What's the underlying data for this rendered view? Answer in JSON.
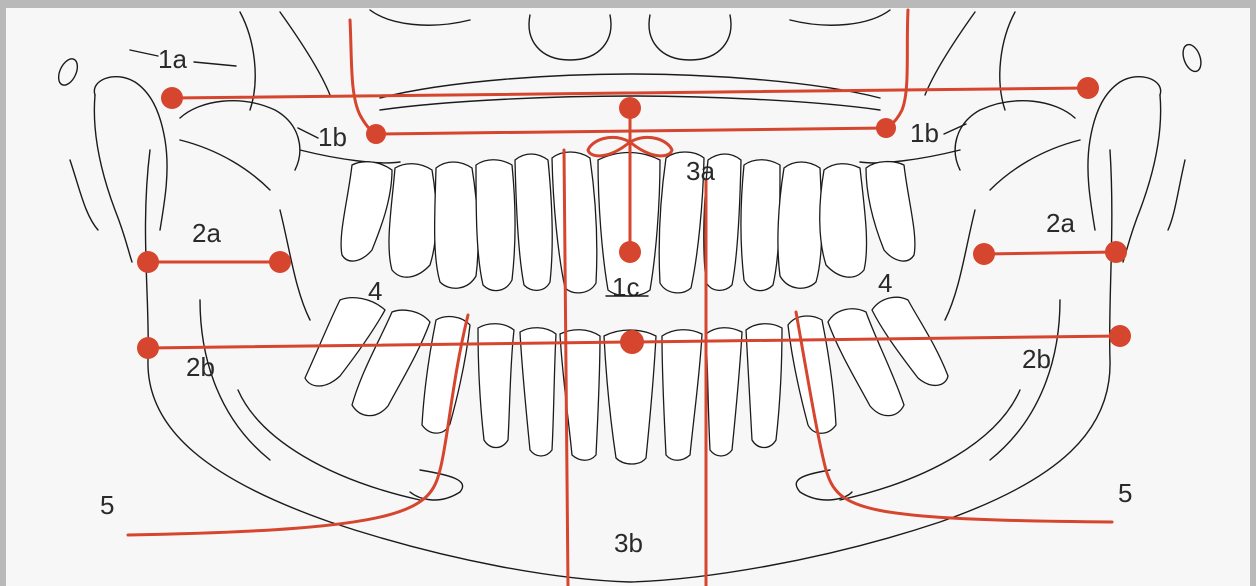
{
  "diagram": {
    "labels": {
      "l_1a": "1a",
      "l_1b_left": "1b",
      "l_1b_right": "1b",
      "l_1c": "1c",
      "l_2a_left": "2a",
      "l_2a_right": "2a",
      "l_2b_left": "2b",
      "l_2b_right": "2b",
      "l_3a": "3a",
      "l_3b": "3b",
      "l_4_left": "4",
      "l_4_right": "4",
      "l_5_left": "5",
      "l_5_right": "5"
    },
    "colors": {
      "accent": "#d6452e",
      "paper": "#f7f7f7",
      "frame": "#b9b9b9",
      "ink": "#1b1b1b"
    }
  }
}
